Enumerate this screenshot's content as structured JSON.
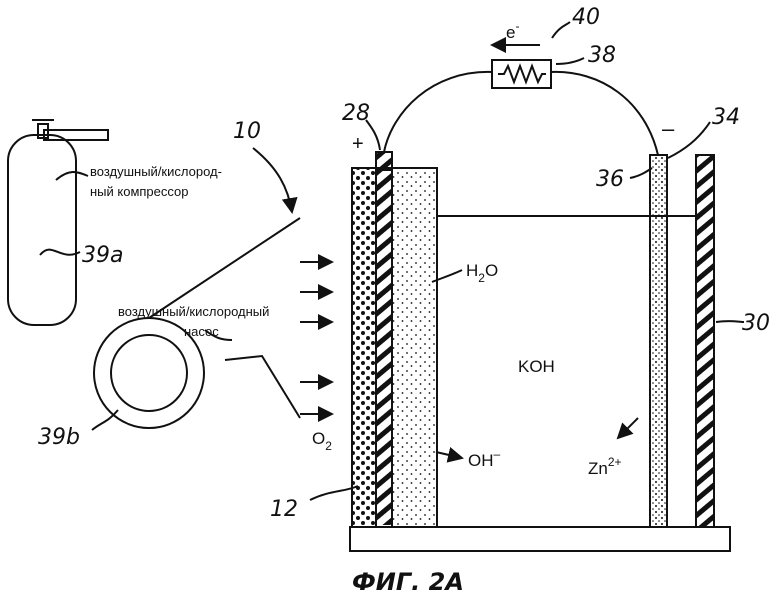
{
  "figure": {
    "caption": "ФИГ. 2А",
    "refs": {
      "r40": "40",
      "r38": "38",
      "r28": "28",
      "r10": "10",
      "r34": "34",
      "r36": "36",
      "r30": "30",
      "r39a": "39a",
      "r39b": "39b",
      "r12": "12"
    },
    "electron_label": "e",
    "electron_sign": "-",
    "terminal_plus": "+",
    "terminal_minus": "–",
    "compressor_label_line1": "воздушный/кислород-",
    "compressor_label_line2": "ный компрессор",
    "pump_label_line1": "воздушный/кислородный",
    "pump_label_line2": "насос",
    "electrolyte": "KOH",
    "water": "H",
    "water_sub": "2",
    "water_tail": "O",
    "hydroxide": "OH",
    "hydroxide_sup": "–",
    "oxygen": "O",
    "oxygen_sub": "2",
    "zinc": "Zn",
    "zinc_sup": "2+"
  },
  "colors": {
    "ink": "#111111",
    "background": "#ffffff"
  }
}
